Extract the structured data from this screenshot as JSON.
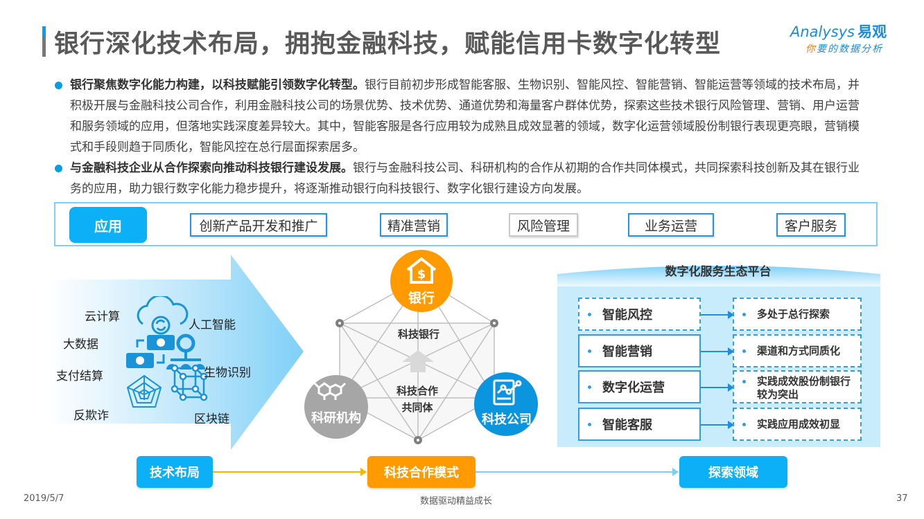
{
  "header": {
    "title": "银行深化技术布局，拥抱金融科技，赋能信用卡数字化转型",
    "logo": {
      "brand": "Analysys",
      "brand_cn": "易观",
      "tagline_highlight": "你",
      "tagline_rest": "要的数据分析"
    }
  },
  "bullets": [
    {
      "bold": "银行聚焦数字化能力构建，以科技赋能引领数字化转型。",
      "text": "银行目前初步形成智能客服、生物识别、智能风控、智能营销、智能运营等领域的技术布局，并积极开展与金融科技公司合作，利用金融科技公司的场景优势、技术优势、通道优势和海量客户群体优势，探索这些技术银行风险管理、营销、用户运营和服务领域的应用，但落地实践深度差异较大。其中，智能客服是各行应用较为成熟且成效显著的领域，数字化运营领域股份制银行表现更亮眼，营销模式和手段则趋于同质化，智能风控在总行层面探索居多。"
    },
    {
      "bold": "与金融科技企业从合作探索向推动科技银行建设发展。",
      "text": "银行与金融科技公司、科研机构的合作从初期的合作共同体模式，共同探索科技创新及其在银行业务的应用，助力银行数字化能力稳步提升，将逐渐推动银行向科技银行、数字化银行建设方向发展。"
    }
  ],
  "application": {
    "label": "应用",
    "items": [
      "创新产品开发和推广",
      "精准营销",
      "风险管理",
      "业务运营",
      "客户服务"
    ]
  },
  "tech_layout": {
    "labels": [
      "云计算",
      "人工智能",
      "大数据",
      "支付结算",
      "生物识别",
      "反欺诈",
      "区块链"
    ]
  },
  "cooperation": {
    "bank": "银行",
    "research": "科研机构",
    "fintech": "科技公司",
    "top_label": "科技银行",
    "center_label_1": "科技合作",
    "center_label_2": "共同体"
  },
  "platform": {
    "title": "数字化服务生态平台",
    "rows": [
      {
        "area": "智能风控",
        "result": "多处于总行探索"
      },
      {
        "area": "智能营销",
        "result": "渠道和方式同质化"
      },
      {
        "area": "数字化运营",
        "result": "实践成效股份制银行较为突出"
      },
      {
        "area": "智能客服",
        "result": "实践应用成效初显"
      }
    ]
  },
  "flow": {
    "steps": [
      "技术布局",
      "科技合作模式",
      "探索领域"
    ],
    "colors": [
      "#0bb0f7",
      "#ff9a00",
      "#0bb0f7"
    ]
  },
  "footer": {
    "date": "2019/5/7",
    "slogan": "数据驱动精益成长",
    "page": "37"
  },
  "colors": {
    "accent_blue": "#0bb0f7",
    "orange": "#ff9a00",
    "grey_node": "#a6a6a6",
    "fintech_blue": "#0a95de"
  }
}
